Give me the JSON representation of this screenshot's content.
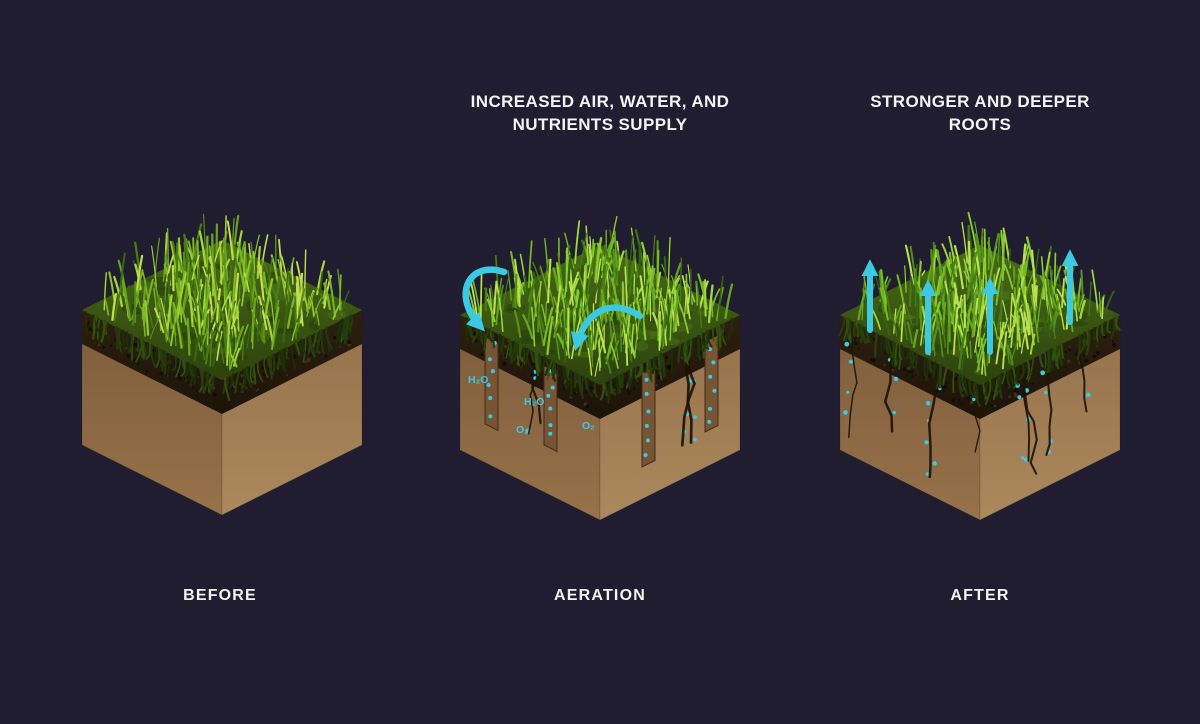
{
  "colors": {
    "background": "#211d31",
    "accent": "#3cc9e3",
    "text": "#f4f4f6",
    "grass_dark": "#2f470e",
    "soil_light": "#9a754d",
    "soil_band": "#241a0c"
  },
  "headers": {
    "aeration": [
      "INCREASED AIR, WATER, AND",
      "NUTRIENTS SUPPLY"
    ],
    "after": [
      "STRONGER AND DEEPER",
      "ROOTS"
    ]
  },
  "captions": {
    "before": "BEFORE",
    "aeration": "AERATION",
    "after": "AFTER"
  },
  "soil_labels": {
    "h2o_1": "H₂O",
    "h2o_2": "H₂O",
    "o2_1": "O₂",
    "o2_2": "O₂"
  }
}
